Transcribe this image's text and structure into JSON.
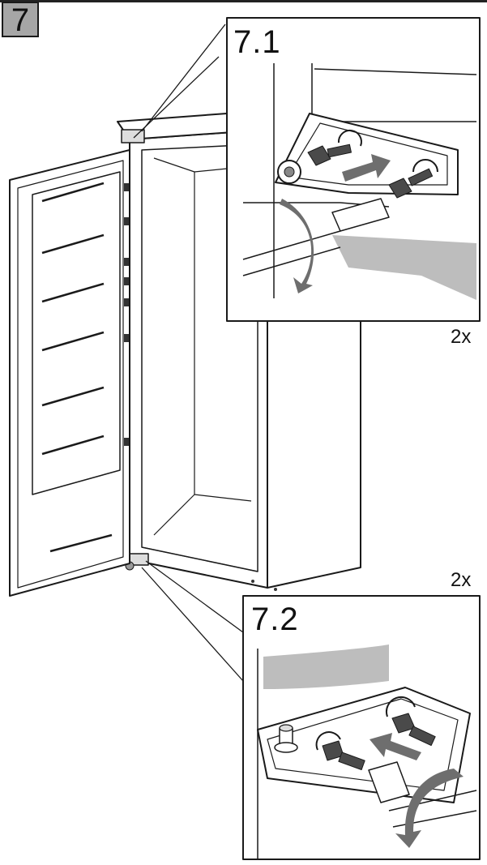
{
  "step": {
    "number": "7"
  },
  "details": [
    {
      "label": "7.1",
      "quantity": "2x"
    },
    {
      "label": "7.2",
      "quantity": "2x"
    }
  ],
  "colors": {
    "badge_fill": "#a6a6a6",
    "line": "#1a1a1a",
    "screw": "#4a4a4a",
    "arrow": "#6e6e6e",
    "shade": "#bdbdbd"
  }
}
